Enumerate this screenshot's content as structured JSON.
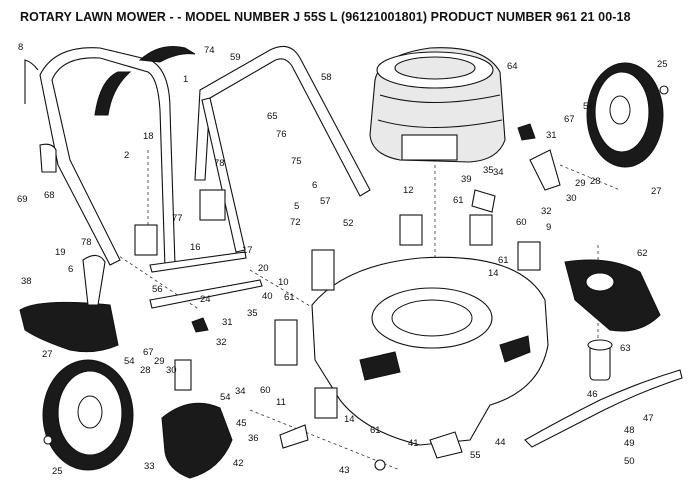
{
  "title": "ROTARY LAWN MOWER - - MODEL NUMBER  J 55S L  (96121001801) PRODUCT NUMBER 961 21 00-18",
  "callouts": [
    "8",
    "74",
    "58",
    "64",
    "1",
    "59",
    "25",
    "65",
    "67",
    "54",
    "31",
    "76",
    "18",
    "75",
    "2",
    "34",
    "35",
    "39",
    "68",
    "78",
    "69",
    "12",
    "6",
    "29",
    "28",
    "57",
    "30",
    "27",
    "5",
    "61",
    "32",
    "77",
    "19",
    "52",
    "60",
    "9",
    "72",
    "62",
    "16",
    "17",
    "61",
    "14",
    "78",
    "6",
    "20",
    "10",
    "24",
    "38",
    "56",
    "40",
    "61",
    "35",
    "31",
    "32",
    "63",
    "27",
    "67",
    "29",
    "54",
    "30",
    "28",
    "60",
    "54",
    "34",
    "11",
    "46",
    "47",
    "45",
    "36",
    "14",
    "61",
    "41",
    "44",
    "48",
    "49",
    "33",
    "42",
    "43",
    "55",
    "50",
    "25"
  ]
}
